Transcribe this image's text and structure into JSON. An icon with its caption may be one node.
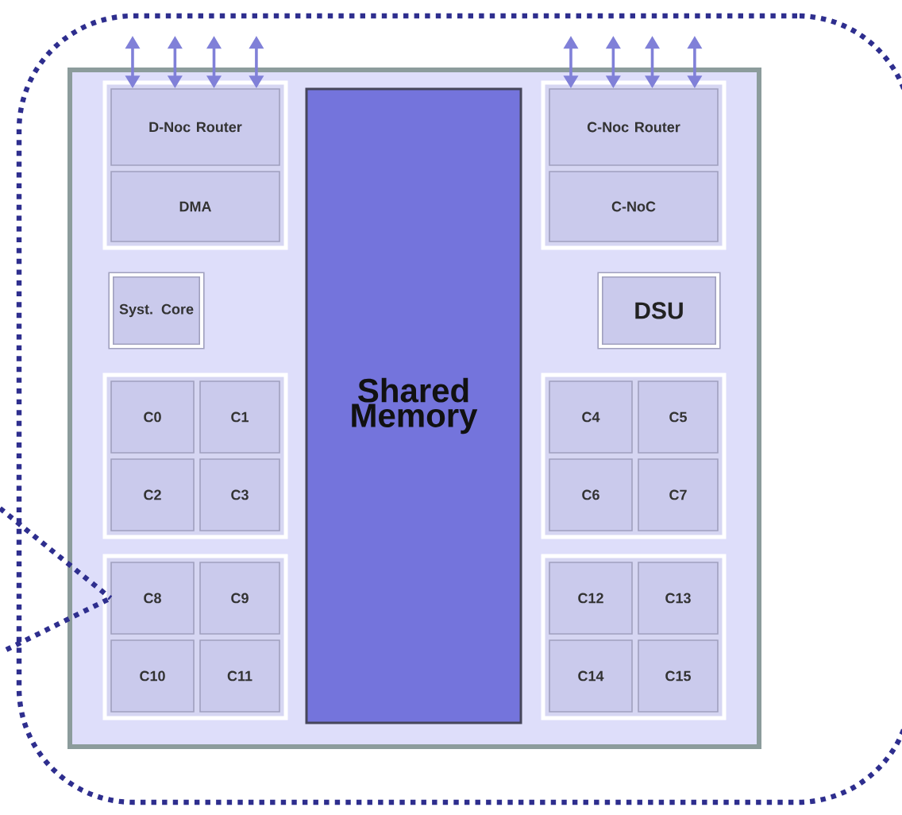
{
  "diagram": {
    "nodes": [
      {
        "text": [],
        "shape": "box"
      },
      {
        "text": [],
        "shape": "box",
        "in": 0
      },
      {
        "text": [],
        "shape": "box",
        "in": 1
      },
      {
        "text": [
          "D-Noc Router"
        ],
        "in": 2
      },
      {
        "text": [
          "DMA"
        ],
        "in": 2
      },
      {
        "text": [
          "Shared Memory"
        ],
        "in": 1
      },
      {
        "text": [],
        "shape": "box",
        "in": 1
      },
      {
        "text": [
          "C-Noc Router"
        ],
        "in": 6
      },
      {
        "text": [
          "C-NoC"
        ],
        "in": 6
      },
      {
        "text": [
          "Syst. Core"
        ],
        "in": 1
      },
      {
        "text": [
          "DSU"
        ],
        "in": 1
      },
      {
        "text": [],
        "shape": "box",
        "in": 1
      },
      {
        "text": [
          "C0"
        ],
        "in": 11
      },
      {
        "text": [
          "C1"
        ],
        "in": 11
      },
      {
        "text": [
          "C2"
        ],
        "in": 11
      },
      {
        "text": [
          "C3"
        ],
        "in": 11
      },
      {
        "text": [],
        "shape": "box",
        "in": 1
      },
      {
        "text": [
          "C4"
        ],
        "in": 16
      },
      {
        "text": [
          "C5"
        ],
        "in": 16
      },
      {
        "text": [
          "C6"
        ],
        "in": 16
      },
      {
        "text": [
          "C7"
        ],
        "in": 16
      },
      {
        "text": [],
        "shape": "box",
        "in": 1
      },
      {
        "text": [
          "C8"
        ],
        "in": 21
      },
      {
        "text": [
          "C9"
        ],
        "in": 21
      },
      {
        "text": [
          "C10"
        ],
        "in": 21
      },
      {
        "text": [
          "C11"
        ],
        "in": 21
      },
      {
        "text": [],
        "shape": "box",
        "in": 1
      },
      {
        "text": [
          "C12"
        ],
        "in": 26
      },
      {
        "text": [
          "C13"
        ],
        "in": 26
      },
      {
        "text": [
          "C14"
        ],
        "in": 26
      },
      {
        "text": [
          "C15"
        ],
        "in": 26
      }
    ],
    "edges": [
      {
        "from": 3,
        "to": null,
        "arrow": "both"
      },
      {
        "from": 3,
        "to": null,
        "arrow": "both"
      },
      {
        "from": 3,
        "to": null,
        "arrow": "both"
      },
      {
        "from": 3,
        "to": null,
        "arrow": "both"
      },
      {
        "from": 7,
        "to": null,
        "arrow": "both"
      },
      {
        "from": 7,
        "to": null,
        "arrow": "both"
      },
      {
        "from": 7,
        "to": null,
        "arrow": "both"
      },
      {
        "from": 7,
        "to": null,
        "arrow": "both"
      },
      {
        "from": null,
        "to": 22,
        "arrow": "none",
        "style": "dashed",
        "color": "#2e2e8e"
      },
      {
        "from": null,
        "to": 22,
        "arrow": "none",
        "style": "dashed",
        "color": "#2e2e8e"
      }
    ]
  }
}
